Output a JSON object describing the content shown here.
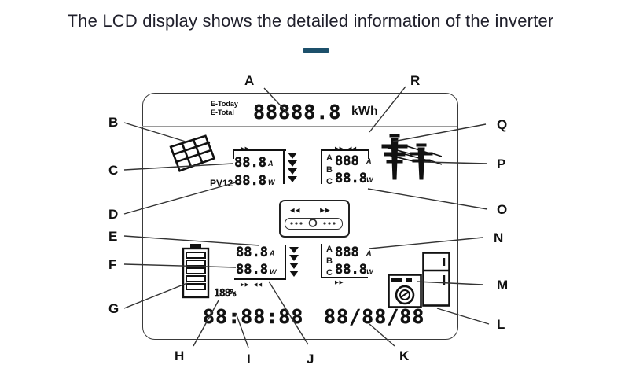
{
  "header": {
    "title": "The LCD display shows the detailed information of the inverter",
    "divider_color": "#1d506b"
  },
  "lcd": {
    "energy_row": {
      "label_today": "E-Today",
      "label_total": "E-Total",
      "digits": "88888.8",
      "unit": "kWh"
    },
    "pv": {
      "panel_label": "PV12",
      "current_digits": "88.8",
      "current_unit": "A",
      "power_digits": "88.8",
      "power_unit": "W",
      "flow_arrows": "▸▸"
    },
    "grid": {
      "phase_a": "A",
      "phase_b": "B",
      "phase_c": "C",
      "voltage_digits": "888",
      "voltage_unit": "A",
      "power_digits": "88.8",
      "power_unit": "W",
      "flow_arrows": "▸▸ ◂◂"
    },
    "inverter": {
      "arrow_left": "◂◂",
      "arrow_right": "▸▸",
      "bar_dots": "•••",
      "bar_dots_right": "•••"
    },
    "battery": {
      "percent": "188%",
      "current_digits": "88.8",
      "current_unit": "A",
      "power_digits": "88.8",
      "power_unit": "W",
      "flow_arrows": "▸▸ ◂◂"
    },
    "load": {
      "phase_a": "A",
      "phase_b": "B",
      "phase_c": "C",
      "current_digits": "888",
      "current_unit": "A",
      "power_digits": "88.8",
      "power_unit": "W",
      "flow_arrows": "▸▸"
    },
    "clock": {
      "time": "88:88:88",
      "date": "88/88/88"
    }
  },
  "callouts": {
    "a": "A",
    "b": "B",
    "c": "C",
    "d": "D",
    "e": "E",
    "f": "F",
    "g": "G",
    "h": "H",
    "i": "I",
    "j": "J",
    "k": "K",
    "l": "L",
    "m": "M",
    "n": "N",
    "o": "O",
    "p": "P",
    "q": "Q",
    "r": "R"
  }
}
